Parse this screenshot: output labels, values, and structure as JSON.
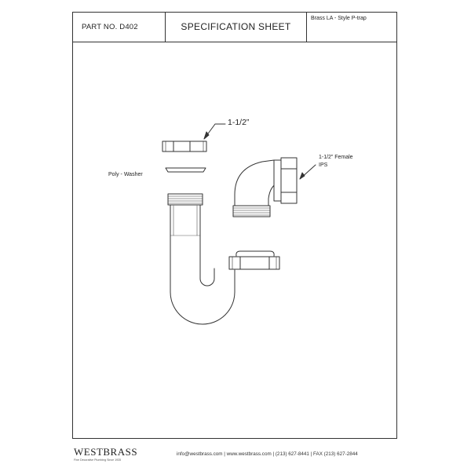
{
  "header": {
    "part_no": "PART NO.  D402",
    "title": "SPECIFICATION SHEET",
    "description": "Brass LA - Style P-trap"
  },
  "callouts": {
    "nut_size": "1-1/2”",
    "washer": "Poly - Washer",
    "female_ips_line1": "1-1/2” Female",
    "female_ips_line2": "IPS"
  },
  "footer": {
    "brand": "WESTBRASS",
    "tagline": "Fine Decorative Plumbing Since 1935",
    "contact": "info@westbrass.com | www.westbrass.com   |   (213) 627-8441   |   FAX (213) 627-2844"
  }
}
